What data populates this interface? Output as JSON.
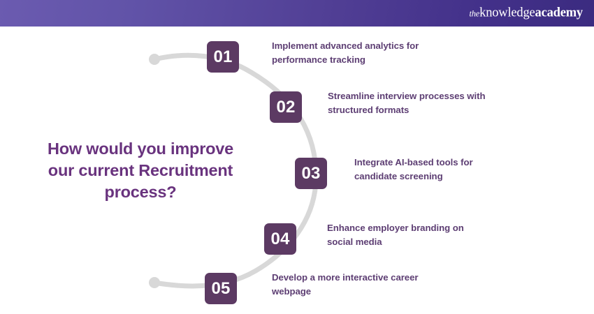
{
  "header": {
    "logo": {
      "prefix": "the",
      "word_one": "knowledge",
      "word_two": "academy"
    },
    "gradient_start": "#6b5bb0",
    "gradient_end": "#3b2b80"
  },
  "main": {
    "question": "How would you improve our current Recruitment process?",
    "accent_color": "#5c3a63",
    "text_color": "#5d3e73",
    "heading_color": "#69337e",
    "arc_color": "#d8d8d8",
    "steps": [
      {
        "number": "01",
        "text": "Implement advanced analytics for performance tracking"
      },
      {
        "number": "02",
        "text": "Streamline interview processes with structured formats"
      },
      {
        "number": "03",
        "text": "Integrate AI-based tools for candidate screening"
      },
      {
        "number": "04",
        "text": "Enhance employer branding on social media"
      },
      {
        "number": "05",
        "text": "Develop a more interactive career webpage"
      }
    ]
  }
}
